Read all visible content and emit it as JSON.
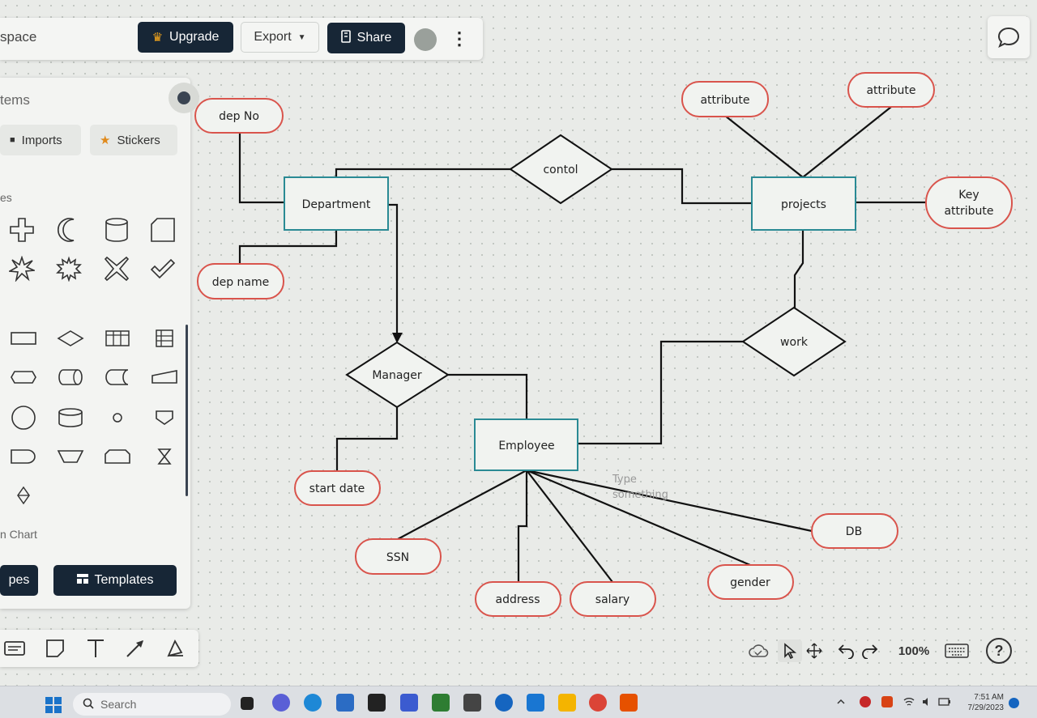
{
  "header": {
    "workspace_label": "space",
    "upgrade_label": "Upgrade",
    "export_label": "Export",
    "share_label": "Share"
  },
  "panel": {
    "title": "tems",
    "imports_label": "Imports",
    "stickers_label": "Stickers",
    "section_shapes": "es",
    "section_chart": "n Chart",
    "shapes_button": "pes",
    "templates_button": "Templates"
  },
  "diagram": {
    "entities": {
      "department": "Department",
      "projects": "projects",
      "employee": "Employee"
    },
    "relationships": {
      "contol": "contol",
      "manager": "Manager",
      "work": "work"
    },
    "attributes": {
      "dep_no": "dep No",
      "dep_name": "dep name",
      "attribute_1": "attribute",
      "attribute_2": "attribute",
      "key_attribute_line1": "Key",
      "key_attribute_line2": "attribute",
      "start_date": "start date",
      "ssn": "SSN",
      "address": "address",
      "salary": "salary",
      "gender": "gender",
      "db": "DB"
    },
    "placeholder_line1": "Type",
    "placeholder_line2": "something"
  },
  "zoom": {
    "level": "100%",
    "help": "?"
  },
  "taskbar": {
    "search_placeholder": "Search",
    "time": "7:51 AM",
    "date": "7/29/2023"
  },
  "colors": {
    "entity_stroke": "#2a8a94",
    "attribute_stroke": "#d9544c",
    "dark_button": "#172636",
    "crown": "#f2a51c"
  }
}
